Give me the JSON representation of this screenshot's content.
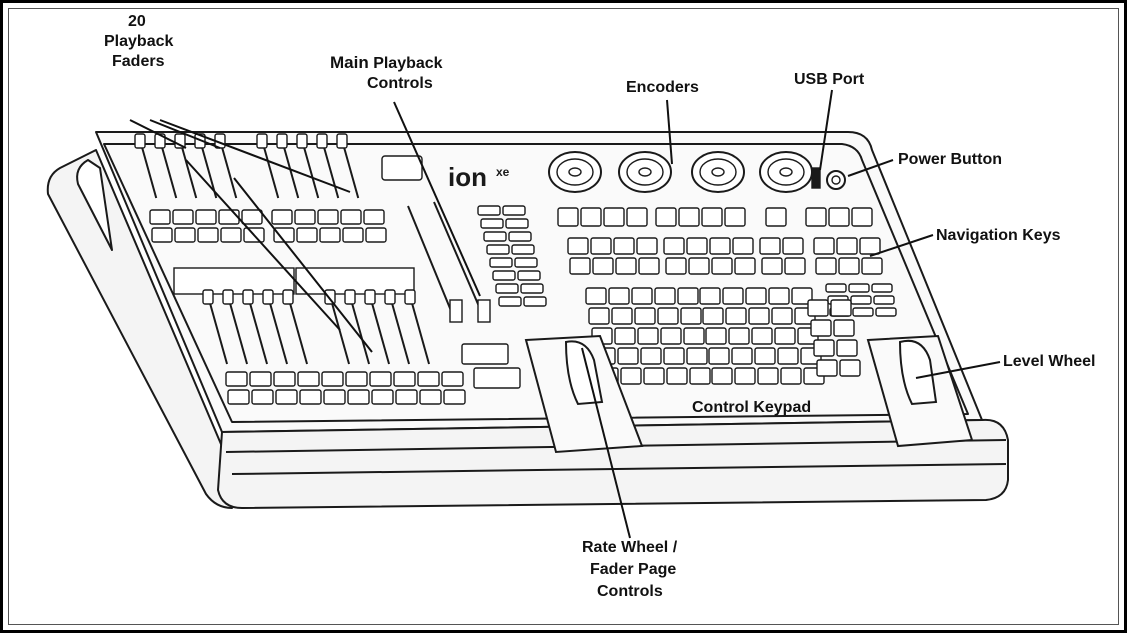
{
  "labels": {
    "faders_count": "20",
    "faders_line1": "Playback",
    "faders_line2": "Faders",
    "main_line1_a": "Main",
    "main_line1_b": "Playback",
    "main_line2": "Controls",
    "encoders": "Encoders",
    "usb_port": "USB Port",
    "power_button": "Power Button",
    "navigation_keys": "Navigation Keys",
    "level_wheel": "Level Wheel",
    "control_keypad": "Control Keypad",
    "rate_line1": "Rate Wheel /",
    "rate_line2": "Fader Page",
    "rate_line3": "Controls"
  },
  "console": {
    "logo": "ion",
    "logo_suffix": "xe"
  },
  "colors": {
    "line": "#1a1a1a",
    "fill": "#f4f4f4",
    "key": "#ffffff"
  }
}
